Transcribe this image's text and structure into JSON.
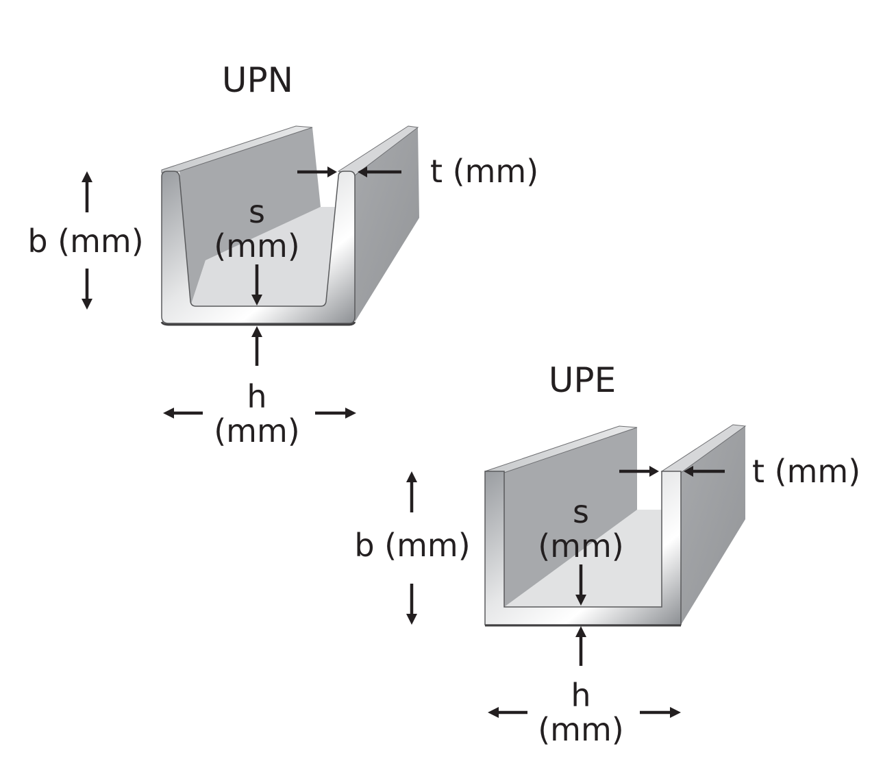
{
  "upn": {
    "title": "UPN",
    "t_label": "t (mm)",
    "b_label": "b (mm)",
    "s_label_1": "s",
    "s_label_2": "(mm)",
    "h_label_1": "h",
    "h_label_2": "(mm)"
  },
  "upe": {
    "title": "UPE",
    "t_label": "t (mm)",
    "b_label": "b (mm)",
    "s_label_1": "s",
    "s_label_2": "(mm)",
    "h_label_1": "h",
    "h_label_2": "(mm)"
  }
}
